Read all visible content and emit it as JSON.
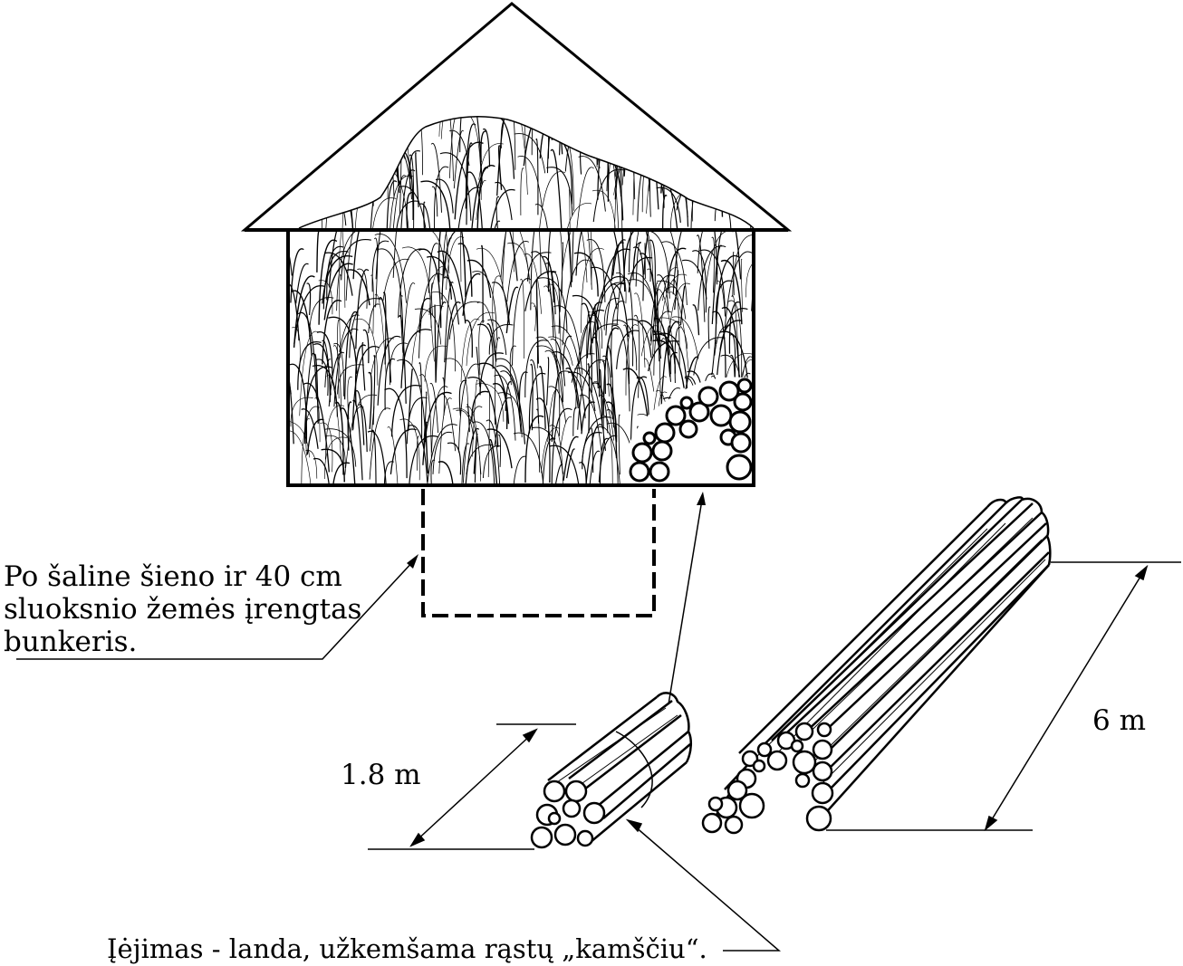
{
  "labels": {
    "bunker_line1": "Po šaline šieno ir 40 cm",
    "bunker_line2": "sluoksnio žemės įrengtas",
    "bunker_line3": "bunkeris.",
    "plug_length": "1.8 m",
    "log_length": "6 m",
    "entrance": "Įėjimas - landa, užkemšama rąstų „kamščiu“."
  }
}
